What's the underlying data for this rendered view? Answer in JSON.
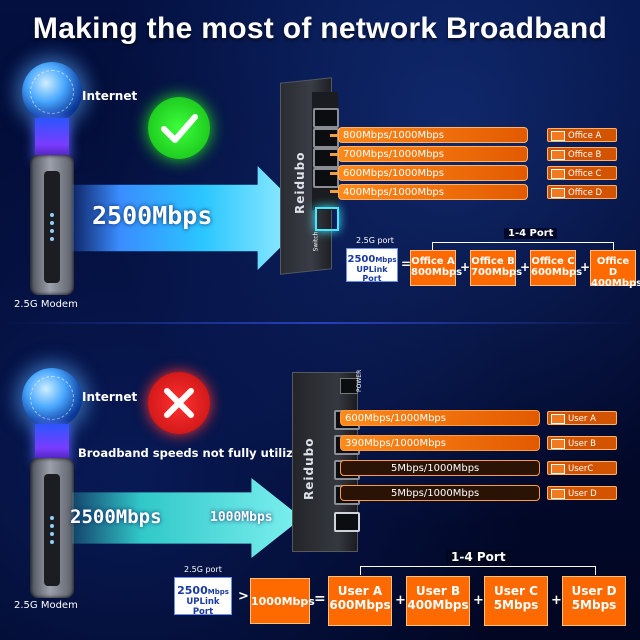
{
  "title": "Making the most of network Broadband",
  "top": {
    "internet_label": "Internet",
    "modem_label": "2.5G Modem",
    "arrow_speed": "2500Mbps",
    "status_icon": "check-icon",
    "brand": "Reidubo",
    "switch_print": "Switch",
    "speed_bars": [
      {
        "text": "800Mbps/1000Mbps",
        "fill": 0.8
      },
      {
        "text": "700Mbps/1000Mbps",
        "fill": 0.7
      },
      {
        "text": "600Mbps/1000Mbps",
        "fill": 0.6
      },
      {
        "text": "400Mbps/1000Mbps",
        "fill": 0.4
      }
    ],
    "tags": [
      "Office A",
      "Office B",
      "Office C",
      "Office D"
    ],
    "uplink_caption": "2.5G port",
    "uplink_speed": "2500",
    "uplink_unit": "Mbps",
    "uplink_label": "UPLink Port",
    "equals": "=",
    "plus": "+",
    "range_label": "1-4 Port",
    "boxes": [
      {
        "name": "Office A",
        "speed": "800Mbps"
      },
      {
        "name": "Office B",
        "speed": "700Mbps"
      },
      {
        "name": "Office C",
        "speed": "600Mbps"
      },
      {
        "name": "Office D",
        "speed": "400Mbps"
      }
    ]
  },
  "bottom": {
    "internet_label": "Internet",
    "modem_label": "2.5G Modem",
    "arrow_speed": "2500Mbps",
    "arrow_speed_2": "1000Mbps",
    "status_icon": "cross-icon",
    "warning": "Broadband speeds not fully utilized",
    "brand": "Reidubo",
    "power_label": "POWER",
    "speed_bars": [
      {
        "text": "600Mbps/1000Mbps",
        "fill": 0.6
      },
      {
        "text": "390Mbps/1000Mbps",
        "fill": 0.39
      },
      {
        "text": "5Mbps/1000Mbps",
        "fill": 0.005
      },
      {
        "text": "5Mbps/1000Mbps",
        "fill": 0.005
      }
    ],
    "tags": [
      "User A",
      "User B",
      "UserC",
      "User D"
    ],
    "uplink_caption": "2.5G port",
    "uplink_speed": "2500",
    "uplink_unit": "Mbps",
    "uplink_label": "UPLink Port",
    "greater": ">",
    "cap_speed": "1000Mbps",
    "equals": "=",
    "plus": "+",
    "range_label": "1-4 Port",
    "boxes": [
      {
        "name": "User A",
        "speed": "600Mbps"
      },
      {
        "name": "User B",
        "speed": "400Mbps"
      },
      {
        "name": "User C",
        "speed": "5Mbps"
      },
      {
        "name": "User D",
        "speed": "5Mbps"
      }
    ]
  }
}
